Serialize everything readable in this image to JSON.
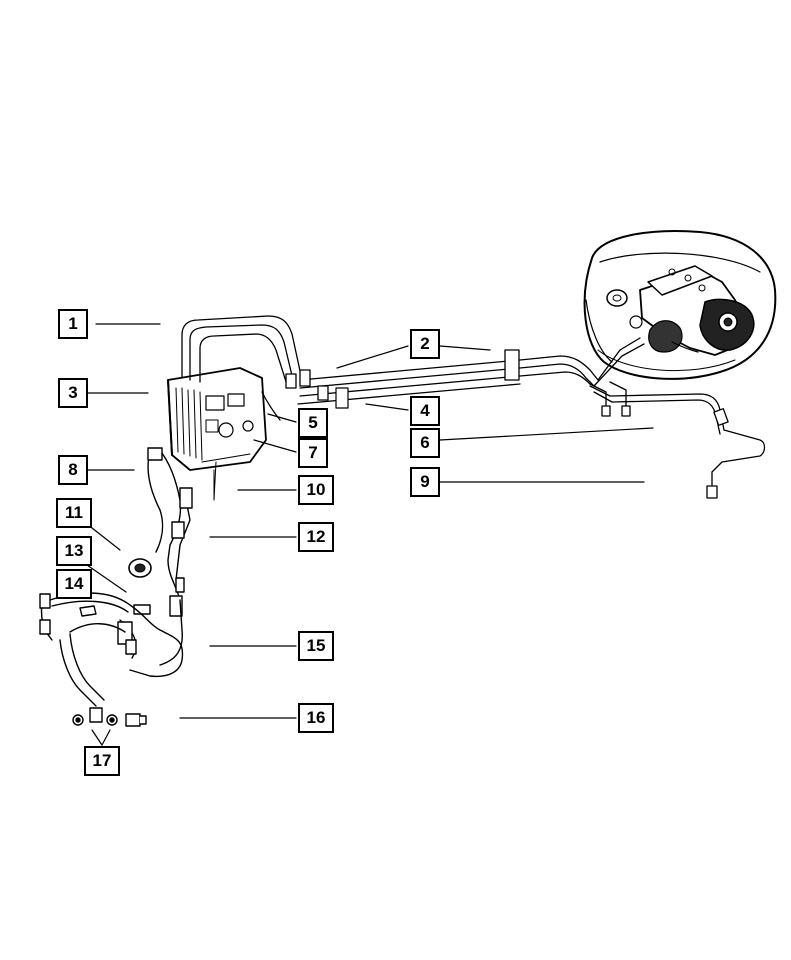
{
  "diagram": {
    "callouts": [
      {
        "id": "c1",
        "label": "1"
      },
      {
        "id": "c2",
        "label": "2"
      },
      {
        "id": "c3",
        "label": "3"
      },
      {
        "id": "c4",
        "label": "4"
      },
      {
        "id": "c5",
        "label": "5"
      },
      {
        "id": "c6",
        "label": "6"
      },
      {
        "id": "c7",
        "label": "7"
      },
      {
        "id": "c8",
        "label": "8"
      },
      {
        "id": "c9",
        "label": "9"
      },
      {
        "id": "c10",
        "label": "10"
      },
      {
        "id": "c11",
        "label": "11"
      },
      {
        "id": "c12",
        "label": "12"
      },
      {
        "id": "c13",
        "label": "13"
      },
      {
        "id": "c14",
        "label": "14"
      },
      {
        "id": "c15",
        "label": "15"
      },
      {
        "id": "c16",
        "label": "16"
      },
      {
        "id": "c17",
        "label": "17"
      }
    ],
    "colors": {
      "line": "#000000",
      "background": "#ffffff",
      "fill_light": "#f4f4f4",
      "fill_dark": "#222222"
    }
  }
}
